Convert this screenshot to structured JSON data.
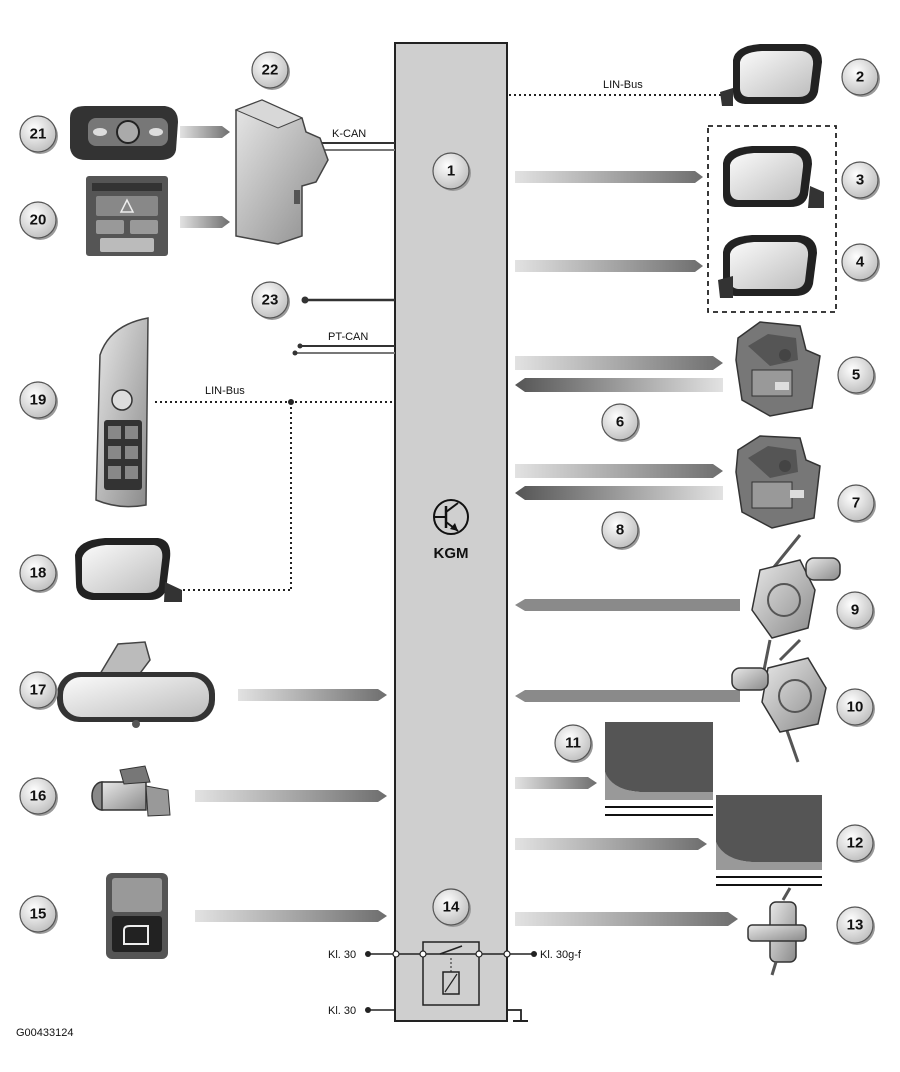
{
  "figure_id": "G00433124",
  "control_unit": {
    "label": "KGM"
  },
  "bus_labels": {
    "lin_bus_top": "LIN-Bus",
    "k_can": "K-CAN",
    "pt_can": "PT-CAN",
    "lin_bus_left": "LIN-Bus"
  },
  "terminals": {
    "kl30_upper": "Kl. 30",
    "kl30g_f": "Kl. 30g-f",
    "kl30_lower": "Kl. 30"
  },
  "callouts": [
    "1",
    "2",
    "3",
    "4",
    "5",
    "6",
    "7",
    "8",
    "9",
    "10",
    "11",
    "12",
    "13",
    "14",
    "15",
    "16",
    "17",
    "18",
    "19",
    "20",
    "21",
    "22",
    "23"
  ],
  "colors": {
    "module": "#cfcfcf",
    "arrow": "#8a8a8a",
    "arrow_dark": "#555555",
    "badge": "#dcdcdc",
    "line": "#333333"
  }
}
